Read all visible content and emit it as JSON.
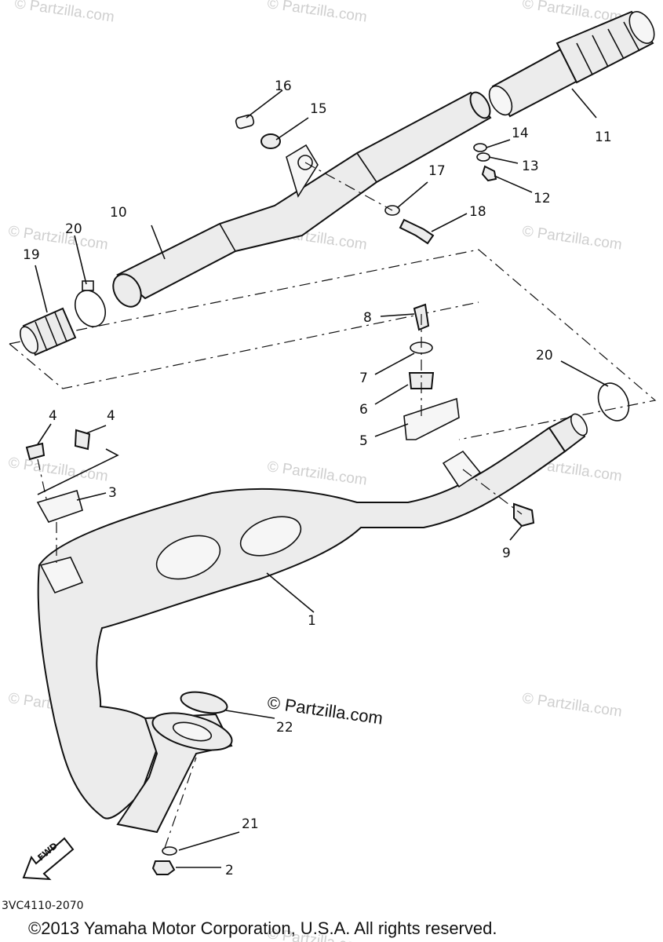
{
  "watermarks": [
    "© Partzilla.com",
    "© Partzilla.com",
    "© Partzilla.com",
    "© Partzilla.com",
    "© Partzilla.com",
    "© Partzilla.com",
    "© Partzilla.com",
    "© Partzilla.com",
    "© Partzilla.com",
    "© Partzilla.com",
    "© Partzilla.com",
    "© Partzilla.com"
  ],
  "center_watermark": "© Partzilla.com",
  "callouts": {
    "c1": "1",
    "c2": "2",
    "c3": "3",
    "c4a": "4",
    "c4b": "4",
    "c5": "5",
    "c6": "6",
    "c7": "7",
    "c8": "8",
    "c9": "9",
    "c10": "10",
    "c11": "11",
    "c12": "12",
    "c13": "13",
    "c14": "14",
    "c15": "15",
    "c16": "16",
    "c17": "17",
    "c18": "18",
    "c19": "19",
    "c20a": "20",
    "c20b": "20",
    "c21": "21",
    "c22": "22"
  },
  "fwd_label": "FWD",
  "diagram_code": "3VC4110-2070",
  "copyright": "©2013 Yamaha Motor Corporation, U.S.A. All rights reserved."
}
